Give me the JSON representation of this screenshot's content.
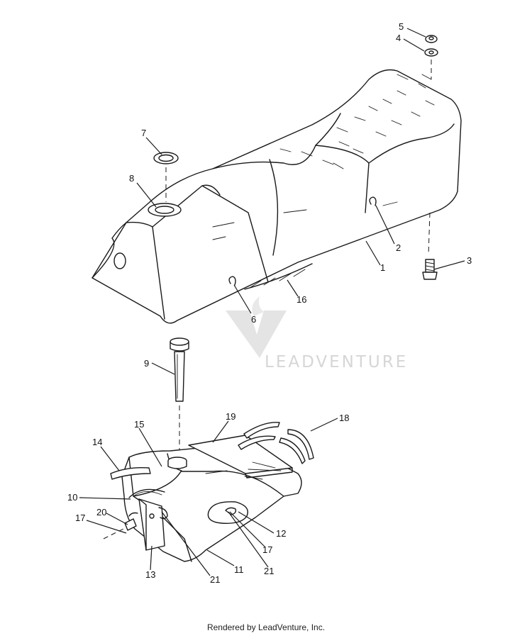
{
  "watermark": {
    "text": "LEADVENTURE"
  },
  "footer": {
    "text": "Rendered by LeadVenture, Inc."
  },
  "callouts": [
    "1",
    "2",
    "3",
    "4",
    "5",
    "6",
    "7",
    "8",
    "9",
    "10",
    "11",
    "12",
    "13",
    "14",
    "15",
    "16",
    "17",
    "17",
    "18",
    "19",
    "20",
    "21",
    "21"
  ]
}
